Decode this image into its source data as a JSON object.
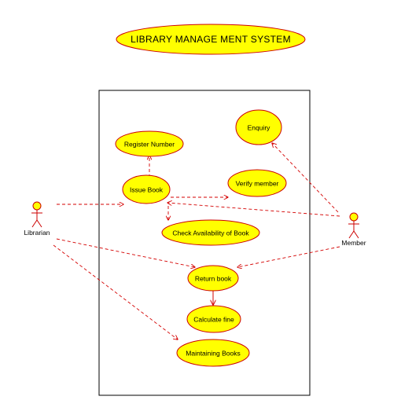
{
  "diagram": {
    "title": "LIBRARY MANAGE MENT SYSTEM",
    "actors": {
      "librarian": "Librarian",
      "member": "Member"
    },
    "use_cases": {
      "register_number": "Register Number",
      "issue_book": "Issue Book",
      "verify_member": "Verify member",
      "enquiry": "Enquiry",
      "check_availability": "Check Availability of Book",
      "return_book": "Return book",
      "calculate_fine": "Calculate fine",
      "maintaining_books": "Maintaining Books"
    },
    "colors": {
      "use_case_fill": "#ffff00",
      "use_case_stroke": "#cc0000",
      "connector": "#d40000",
      "boundary": "#000000"
    }
  }
}
